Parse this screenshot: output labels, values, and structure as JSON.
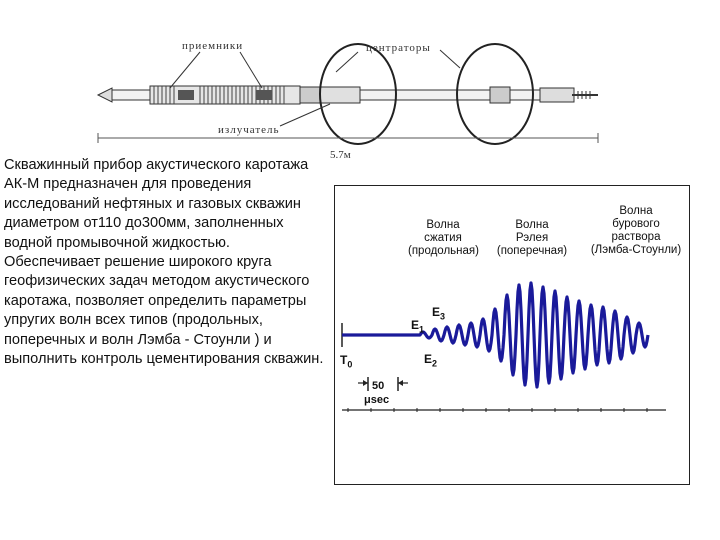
{
  "tool": {
    "receivers_label": "приемники",
    "centralizers_label": "центраторы",
    "emitter_label": "излучатель",
    "length_label": "5.7м"
  },
  "description": {
    "paragraphs": [
      "Скважинный прибор акустического каротажа АК-М предназначен для проведения исследований нефтяных и газовых скважин диаметром от110 до300мм, заполненных водной промывочной жидкостью.",
      "Обеспечивает решение широкого круга геофизических задач методом акустического каротажа, позволяет определить параметры упругих волн всех типов (продольных, поперечных и волн Лэмба - Стоунли ) и выполнить контроль цементирования скважин."
    ]
  },
  "waveform": {
    "wave_compression": "Волна\nсжатия\n(продольная)",
    "wave_rayleigh": "Волна\nРэлея\n(поперечная)",
    "wave_stoneley": "Волна\nбурового\nраствора\n(Лэмба-Стоунли)",
    "t0": "T",
    "t0_sub": "0",
    "e1": "E",
    "e1_sub": "1",
    "e2": "E",
    "e2_sub": "2",
    "e3": "E",
    "e3_sub": "3",
    "scale_value": "50",
    "scale_unit": "μsec",
    "colors": {
      "trace": "#1a1a9a",
      "axis": "#222222",
      "frame": "#222222"
    }
  }
}
